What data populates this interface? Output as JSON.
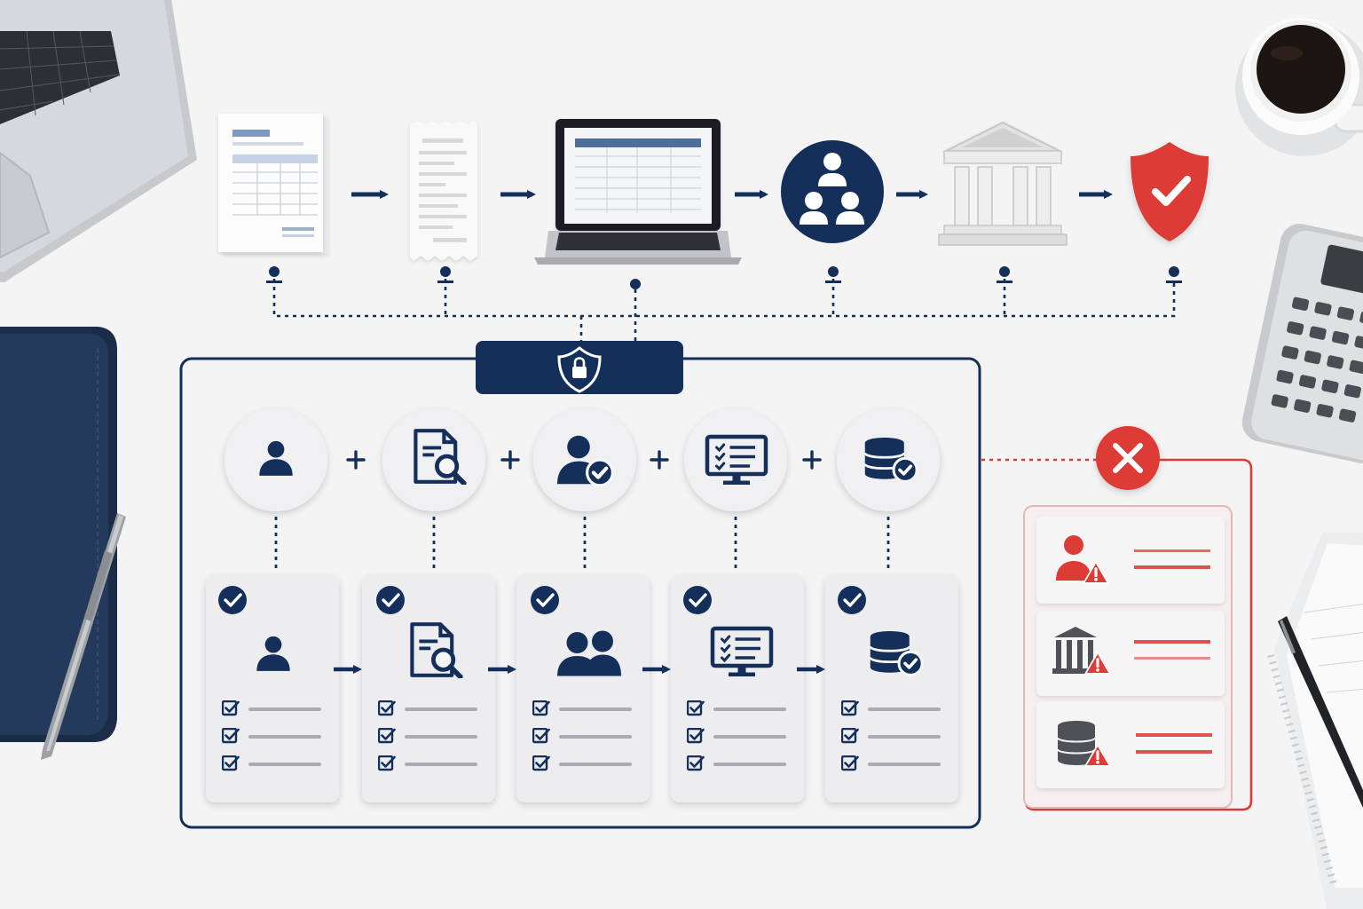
{
  "colors": {
    "navy": "#14305a",
    "red": "#dd3b35",
    "background": "#f4f4f5",
    "card": "#ededef",
    "line_gray": "#a9acb3"
  },
  "top_flow": {
    "steps": [
      {
        "icon": "invoice-document-icon"
      },
      {
        "icon": "receipt-icon"
      },
      {
        "icon": "laptop-spreadsheet-icon"
      },
      {
        "icon": "team-people-icon"
      },
      {
        "icon": "bank-building-icon"
      },
      {
        "icon": "shield-check-icon"
      }
    ]
  },
  "control_panel": {
    "header_icon": "shield-lock-icon",
    "inputs": [
      {
        "icon": "user-icon"
      },
      {
        "icon": "document-search-icon"
      },
      {
        "icon": "user-check-icon"
      },
      {
        "icon": "monitor-checklist-icon"
      },
      {
        "icon": "database-check-icon"
      }
    ],
    "cards": [
      {
        "icon": "user-icon",
        "checked": true,
        "checklist_items": 3
      },
      {
        "icon": "document-search-icon",
        "checked": true,
        "checklist_items": 3
      },
      {
        "icon": "users-group-icon",
        "checked": true,
        "checklist_items": 3
      },
      {
        "icon": "monitor-checklist-icon",
        "checked": true,
        "checklist_items": 3
      },
      {
        "icon": "database-check-icon",
        "checked": true,
        "checklist_items": 3
      }
    ]
  },
  "exception_panel": {
    "header_icon": "close-x-icon",
    "rows": [
      {
        "icon": "user-warning-icon"
      },
      {
        "icon": "bank-warning-icon"
      },
      {
        "icon": "database-warning-icon"
      }
    ]
  },
  "desk_props": [
    "laptop-icon",
    "coffee-cup-icon",
    "calculator-icon",
    "notebook-icon",
    "pen-icon",
    "notepad-icon"
  ]
}
